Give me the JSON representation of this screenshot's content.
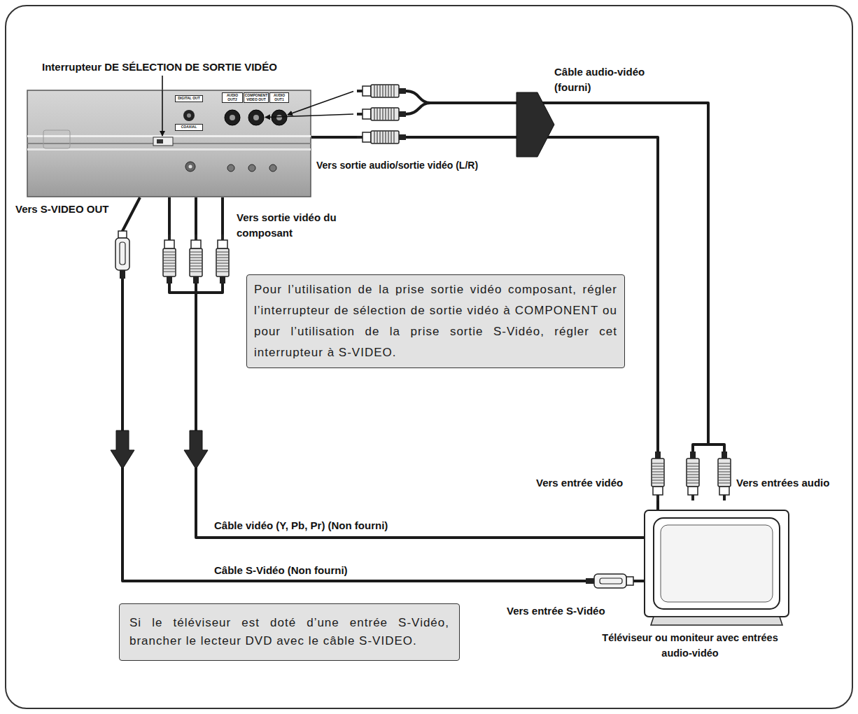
{
  "diagram": {
    "nodes": [
      {
        "text": [
          "DIGITAL OUT",
          "COAXIAL",
          "AUDIO OUT2",
          "COMPONENT VIDEO OUT",
          "AUDIO OUT1"
        ]
      },
      {
        "text": [
          "Pour l’utilisation de la prise sortie vidéo composant, régler l’interrupteur de sélection de sortie vidéo à COMPONENT ou pour l’utilisation de la prise sortie S-Vidéo, régler cet interrupteur à S-VIDEO."
        ]
      },
      {
        "text": [
          "Téléviseur ou moniteur avec entrées audio-vidéo"
        ]
      },
      {
        "text": [
          "Si le téléviseur est doté d’une entrée S-Vidéo, brancher le lecteur DVD avec le câble S-VIDEO."
        ]
      }
    ],
    "edges": [
      {
        "from": 0,
        "to": 2,
        "arrow": "to",
        "label": "Câble audio-vidéo (fourni)"
      },
      {
        "from": 0,
        "to": 2,
        "arrow": "to",
        "label": "Câble vidéo (Y, Pb, Pr) (Non fourni)"
      },
      {
        "from": 0,
        "to": 2,
        "arrow": "to",
        "label": "Câble S-Vidéo (Non fourni)"
      }
    ],
    "labels": [
      "Interrupteur DE SÉLECTION DE SORTIE VIDÉO",
      "Vers sortie audio/sortie vidéo (L/R)",
      "Vers S-VIDEO OUT",
      "Vers sortie vidéo du composant",
      "Vers entrée vidéo",
      "Vers entrées audio",
      "Vers entrée S-Vidéo"
    ]
  }
}
